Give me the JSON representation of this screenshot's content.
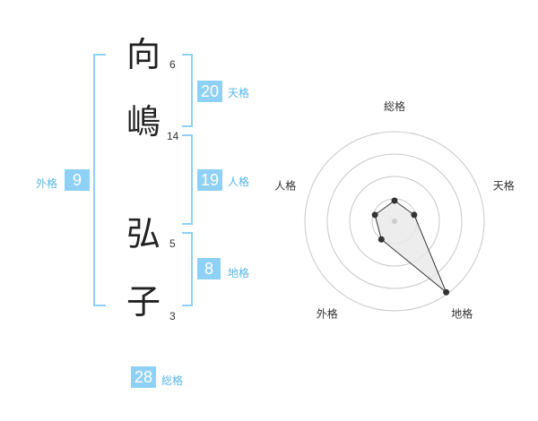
{
  "name": {
    "chars": [
      {
        "char": "向",
        "strokes": "6"
      },
      {
        "char": "嶋",
        "strokes": "14"
      },
      {
        "char": "弘",
        "strokes": "5"
      },
      {
        "char": "子",
        "strokes": "3"
      }
    ]
  },
  "kaku": {
    "tenkaku": {
      "value": "20",
      "label": "天格"
    },
    "jinkaku": {
      "value": "19",
      "label": "人格"
    },
    "chikaku": {
      "value": "8",
      "label": "地格"
    },
    "gaikaku": {
      "value": "9",
      "label": "外格"
    },
    "soukaku": {
      "value": "28",
      "label": "総格"
    }
  },
  "chart_data": {
    "type": "radar",
    "axes": [
      "総格",
      "天格",
      "地格",
      "外格",
      "人格"
    ],
    "values": [
      0.23,
      0.23,
      0.98,
      0.25,
      0.23
    ],
    "rmax": 1,
    "rings": 4,
    "colors": {
      "accent": "#8fd1f4",
      "fill": "#e8e8e8",
      "line": "#333333",
      "ring": "#c8c8c8"
    }
  }
}
